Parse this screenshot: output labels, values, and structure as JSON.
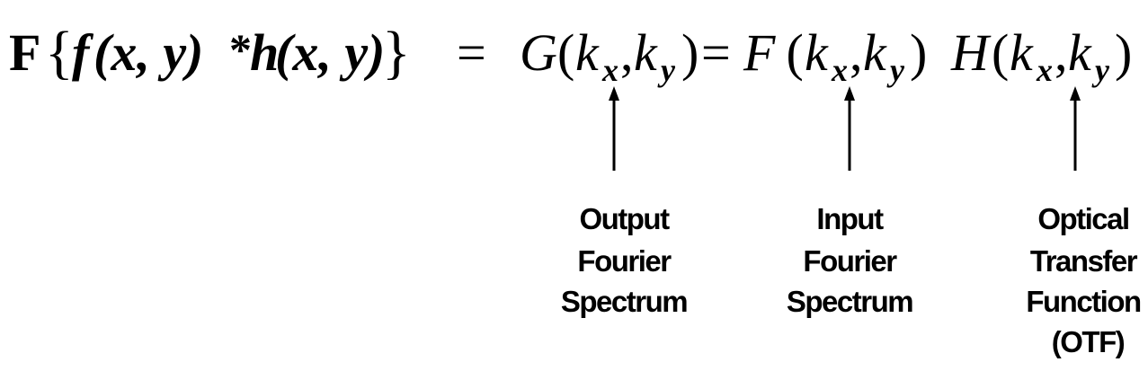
{
  "equation": {
    "operator": "F",
    "lhs": {
      "open_brace": "{",
      "f": "f",
      "f_args": "(x, y)",
      "star": "*",
      "h": "h",
      "h_args": "(x, y)",
      "close_brace": "}"
    },
    "eq1": "=",
    "output_term": {
      "symbol": "G",
      "open": "(",
      "k": "k",
      "sub1": "x",
      "sep": ",",
      "k2": "k",
      "sub2": "y",
      "close": ")"
    },
    "eq2": "=",
    "input_term": {
      "symbol": "F",
      "open": " (",
      "k": "k",
      "sub1": "x",
      "sep": ",",
      "k2": "k",
      "sub2": "y",
      "close": ")"
    },
    "otf_term": {
      "symbol": "H",
      "open": "(",
      "k": "k",
      "sub1": "x",
      "sep": ",",
      "k2": "k",
      "sub2": "y",
      "close": ")"
    }
  },
  "labels": {
    "output": [
      "Output",
      "Fourier",
      "Spectrum"
    ],
    "input": [
      "Input",
      "Fourier",
      "Spectrum"
    ],
    "otf": [
      "Optical",
      "Transfer",
      "Function",
      "(OTF)"
    ]
  },
  "colors": {
    "ink": "#000000",
    "background": "#ffffff"
  }
}
